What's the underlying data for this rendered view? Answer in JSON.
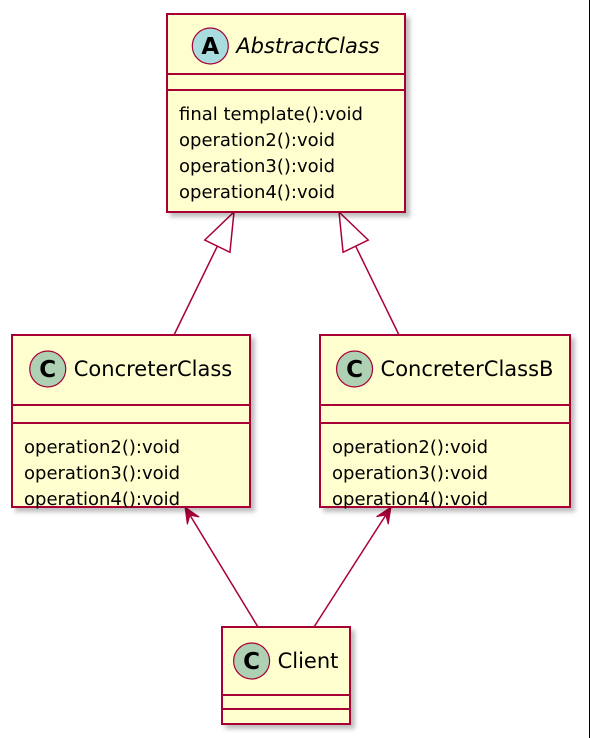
{
  "diagram": {
    "type": "uml-class",
    "classes": [
      {
        "id": "abstract",
        "name": "AbstractClass",
        "stereotype": "A",
        "abstract": true,
        "methods": [
          "final template():void",
          "operation2():void",
          "operation3():void",
          "operation4():void"
        ]
      },
      {
        "id": "concreteA",
        "name": "ConcreterClass",
        "stereotype": "C",
        "abstract": false,
        "methods": [
          "operation2():void",
          "operation3():void",
          "operation4():void"
        ]
      },
      {
        "id": "concreteB",
        "name": "ConcreterClassB",
        "stereotype": "C",
        "abstract": false,
        "methods": [
          "operation2():void",
          "operation3():void",
          "operation4():void"
        ]
      },
      {
        "id": "client",
        "name": "Client",
        "stereotype": "C",
        "abstract": false,
        "methods": []
      }
    ],
    "relations": [
      {
        "from": "concreteA",
        "to": "abstract",
        "kind": "inheritance"
      },
      {
        "from": "concreteB",
        "to": "abstract",
        "kind": "inheritance"
      },
      {
        "from": "client",
        "to": "concreteA",
        "kind": "association"
      },
      {
        "from": "client",
        "to": "concreteB",
        "kind": "association"
      }
    ],
    "colors": {
      "class_fill": "#FEFECE",
      "class_border": "#A80036",
      "abstract_badge": "#A9DCDF",
      "class_badge": "#ADD1B2",
      "edge": "#A80036",
      "shadow": "#bdbdbd"
    }
  }
}
